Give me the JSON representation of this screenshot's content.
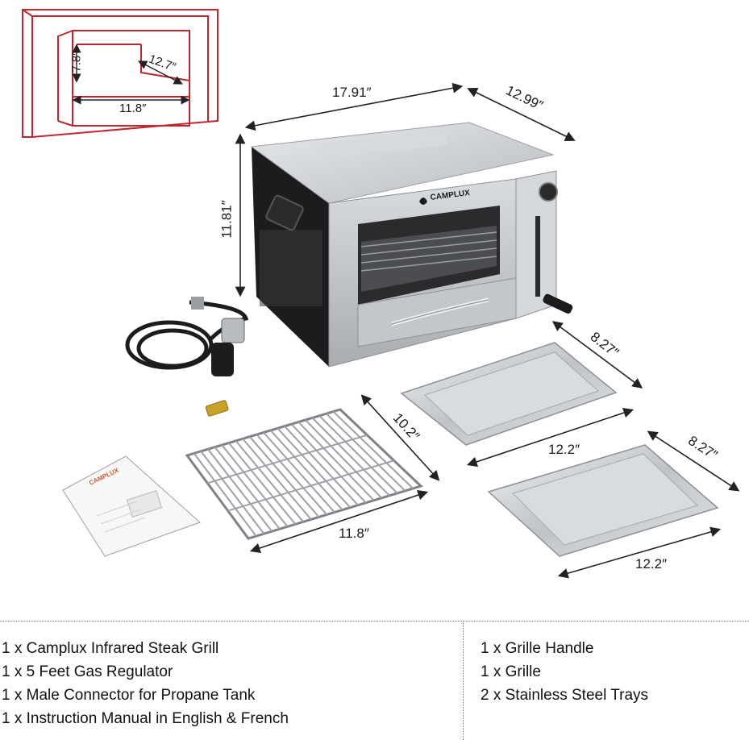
{
  "dimensions": {
    "grill_width": "17.91″",
    "grill_depth": "12.99″",
    "grill_height": "11.81″",
    "cavity_height": "7.8″",
    "cavity_depth": "12.7″",
    "cavity_width": "11.8″",
    "tray1_width": "8.27″",
    "tray1_length": "12.2″",
    "tray2_width": "8.27″",
    "tray2_length": "12.2″",
    "grille_depth": "10.2″",
    "grille_width": "11.8″"
  },
  "brand_text": "CAMPLUX",
  "package_contents": {
    "left": [
      "1 x Camplux Infrared Steak Grill",
      "1 x 5 Feet Gas Regulator",
      "1 x Male Connector for Propane Tank",
      "1 x Instruction Manual in English & French"
    ],
    "right": [
      "1 x Grille Handle",
      "1 x Grille",
      "2 x Stainless Steel Trays"
    ]
  },
  "colors": {
    "inset_outline": "#c0262d",
    "dimension_line": "#222222",
    "steel": "#c9ccd0",
    "steel_dark": "#8d9196",
    "black_panel": "#1c1c1e"
  }
}
